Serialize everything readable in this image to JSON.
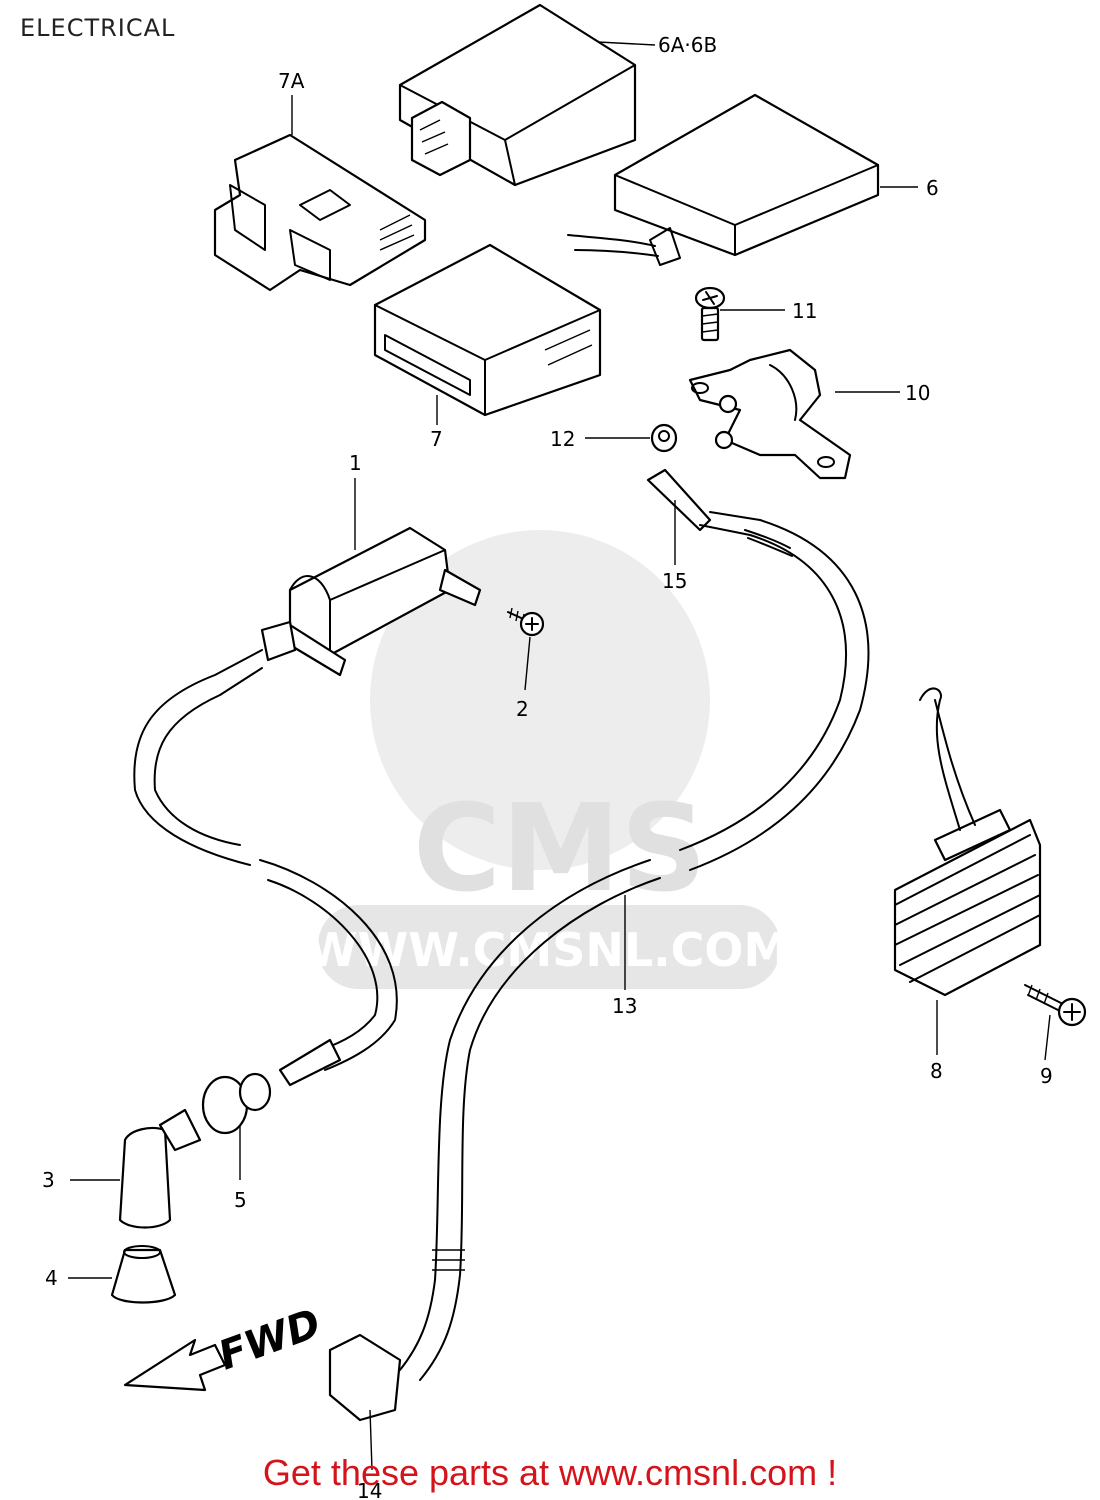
{
  "title": "ELECTRICAL",
  "watermark": {
    "brand": "CMS",
    "url": "WWW.CMSNL.COM"
  },
  "fwd_label": "FWD",
  "promo_text": "Get these parts at www.cmsnl.com !",
  "callouts": {
    "p1": "1",
    "p2": "2",
    "p3": "3",
    "p4": "4",
    "p5": "5",
    "p6": "6",
    "p6ab": "6A·6B",
    "p7": "7",
    "p7a": "7A",
    "p8": "8",
    "p9": "9",
    "p10": "10",
    "p11": "11",
    "p12": "12",
    "p13": "13",
    "p14": "14",
    "p15": "15"
  },
  "colors": {
    "promo": "#d4141a",
    "line": "#000000",
    "watermark": "#e6e6e6"
  }
}
